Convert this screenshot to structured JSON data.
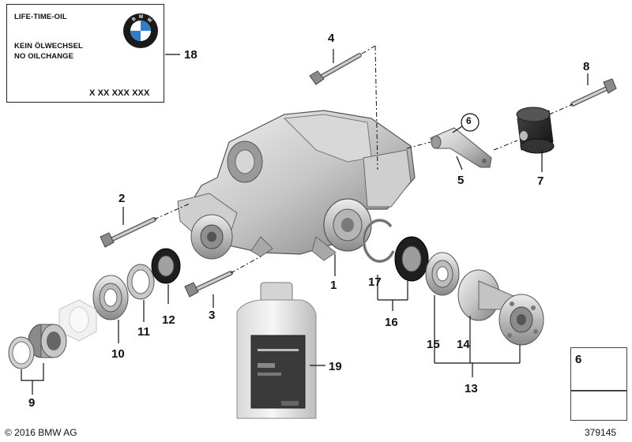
{
  "label_card": {
    "line1": "LIFE-TIME-OIL",
    "line2": "KEIN ÖLWECHSEL",
    "line3": "NO OILCHANGE",
    "code": "X XX XXX XXX",
    "logo_letters": "BMW",
    "logo_colors": {
      "ring": "#1a1a1a",
      "blue": "#2f7fc6",
      "white": "#ffffff"
    }
  },
  "callouts": {
    "n1": "1",
    "n2": "2",
    "n3": "3",
    "n4": "4",
    "n5": "5",
    "n6": "6",
    "n7": "7",
    "n8": "8",
    "n9": "9",
    "n10": "10",
    "n11": "11",
    "n12": "12",
    "n13": "13",
    "n14": "14",
    "n15": "15",
    "n16": "16",
    "n17": "17",
    "n18": "18",
    "n19": "19",
    "circled6": "6",
    "inset6": "6"
  },
  "bottle_label": "",
  "footer": {
    "copyright": "© 2016 BMW AG",
    "image_id": "379145"
  },
  "colors": {
    "metal_light": "#e4e4e4",
    "metal_mid": "#b8b8b8",
    "metal_dark": "#6e6e6e",
    "rubber": "#1e1e1e",
    "line": "#111111"
  }
}
